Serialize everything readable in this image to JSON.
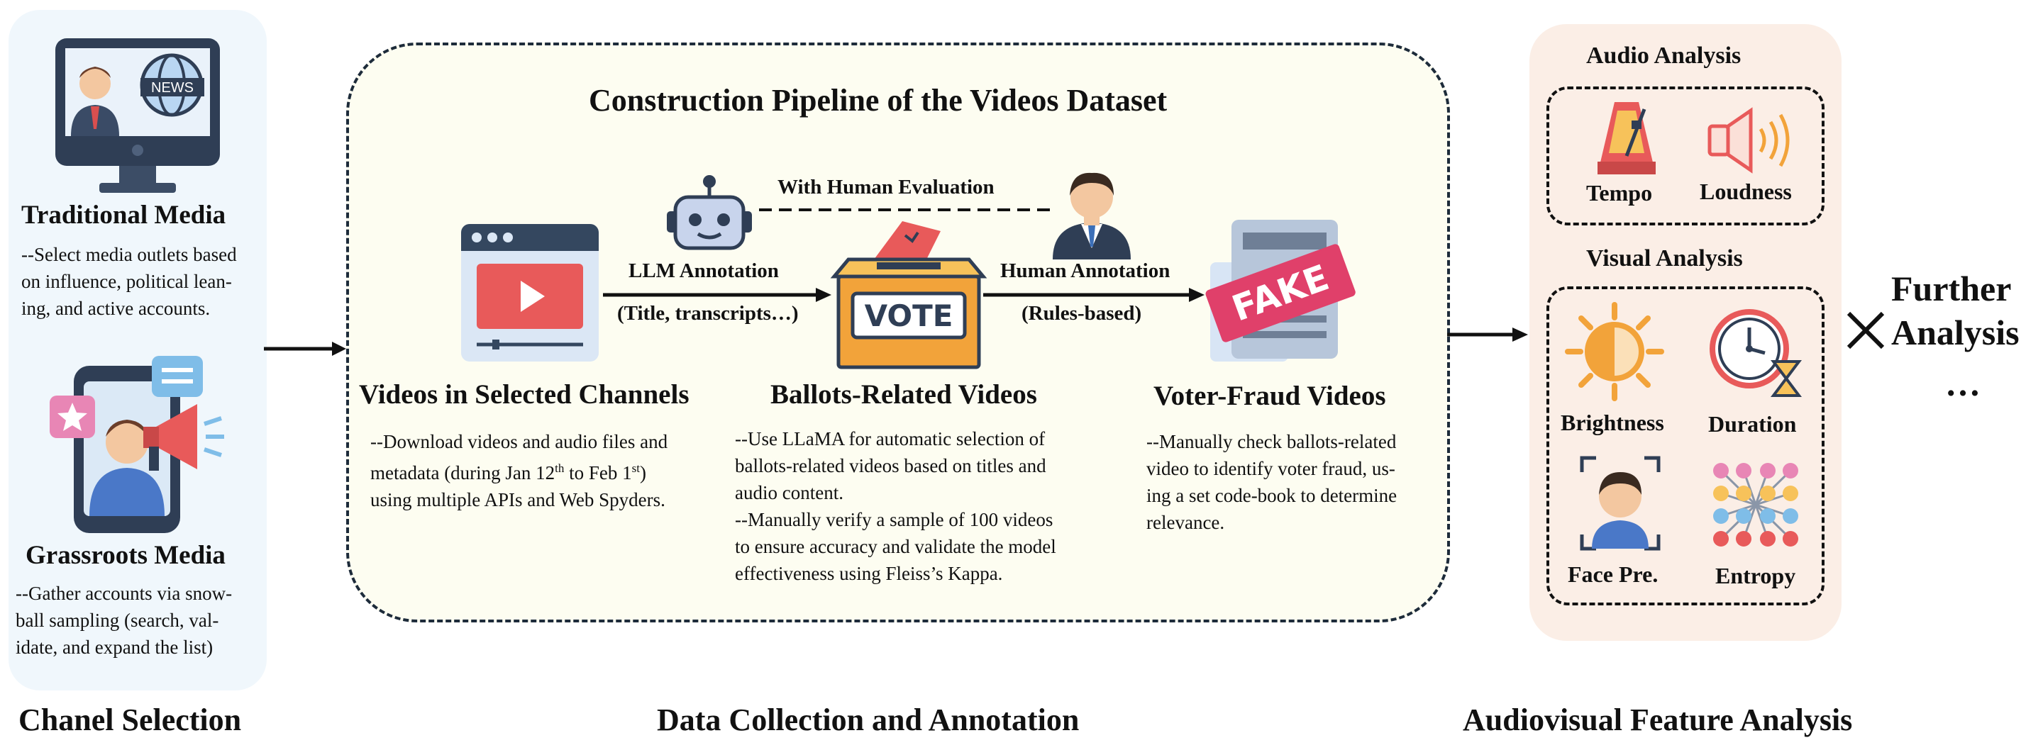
{
  "section_labels": {
    "left": "Chanel Selection",
    "middle": "Data Collection and Annotation",
    "right": "Audiovisual Feature Analysis"
  },
  "left": {
    "traditional": {
      "title": "Traditional Media",
      "lines": [
        "--Select media outlets based",
        "on influence, political lean-",
        "ing, and active accounts."
      ],
      "icon_text": "NEWS"
    },
    "grassroots": {
      "title": "Grassroots Media",
      "lines": [
        "--Gather accounts via snow-",
        "ball sampling (search, val-",
        "idate, and expand the list)"
      ]
    }
  },
  "middle": {
    "title": "Construction Pipeline of the Videos Dataset",
    "human_eval": "With Human Evaluation",
    "arrow1": {
      "label": "LLM Annotation",
      "sub": "(Title, transcripts…)"
    },
    "arrow2": {
      "label": "Human Annotation",
      "sub": "(Rules-based)"
    },
    "vote_text": "VOTE",
    "fake_text": "FAKE",
    "stage1": {
      "title": "Videos in Selected Channels",
      "line1_pre": "--Download videos and audio files and",
      "line2_a": "metadata (during Jan 12",
      "line2_sup1": "th",
      "line2_b": " to Feb 1",
      "line2_sup2": "st",
      "line2_c": ")",
      "line3": "using multiple APIs and Web Spyders."
    },
    "stage2": {
      "title": "Ballots-Related Videos",
      "lines": [
        "--Use LLaMA for automatic selection of",
        "ballots-related videos based on titles and",
        "audio content.",
        "--Manually verify a sample of 100 videos",
        "to ensure accuracy and validate the model",
        "effectiveness using Fleiss’s Kappa."
      ]
    },
    "stage3": {
      "title": "Voter-Fraud Videos",
      "lines": [
        "--Manually check ballots-related",
        "video to identify voter fraud, us-",
        "ing a set code-book to determine",
        "relevance."
      ]
    }
  },
  "right": {
    "audio_title": "Audio Analysis",
    "visual_title": "Visual Analysis",
    "features": {
      "tempo": "Tempo",
      "loudness": "Loudness",
      "brightness": "Brightness",
      "duration": "Duration",
      "face": "Face Pre.",
      "entropy": "Entropy"
    }
  },
  "further": {
    "line1": "Further",
    "line2": "Analysis",
    "ellipsis": "…"
  },
  "colors": {
    "left_panel": "#f0f7fc",
    "mid_panel": "#fdfdf1",
    "right_panel": "#fbeee6",
    "accent_red": "#e85a5a",
    "box_orange": "#f2a33a",
    "dark_navy": "#2f3e55"
  }
}
